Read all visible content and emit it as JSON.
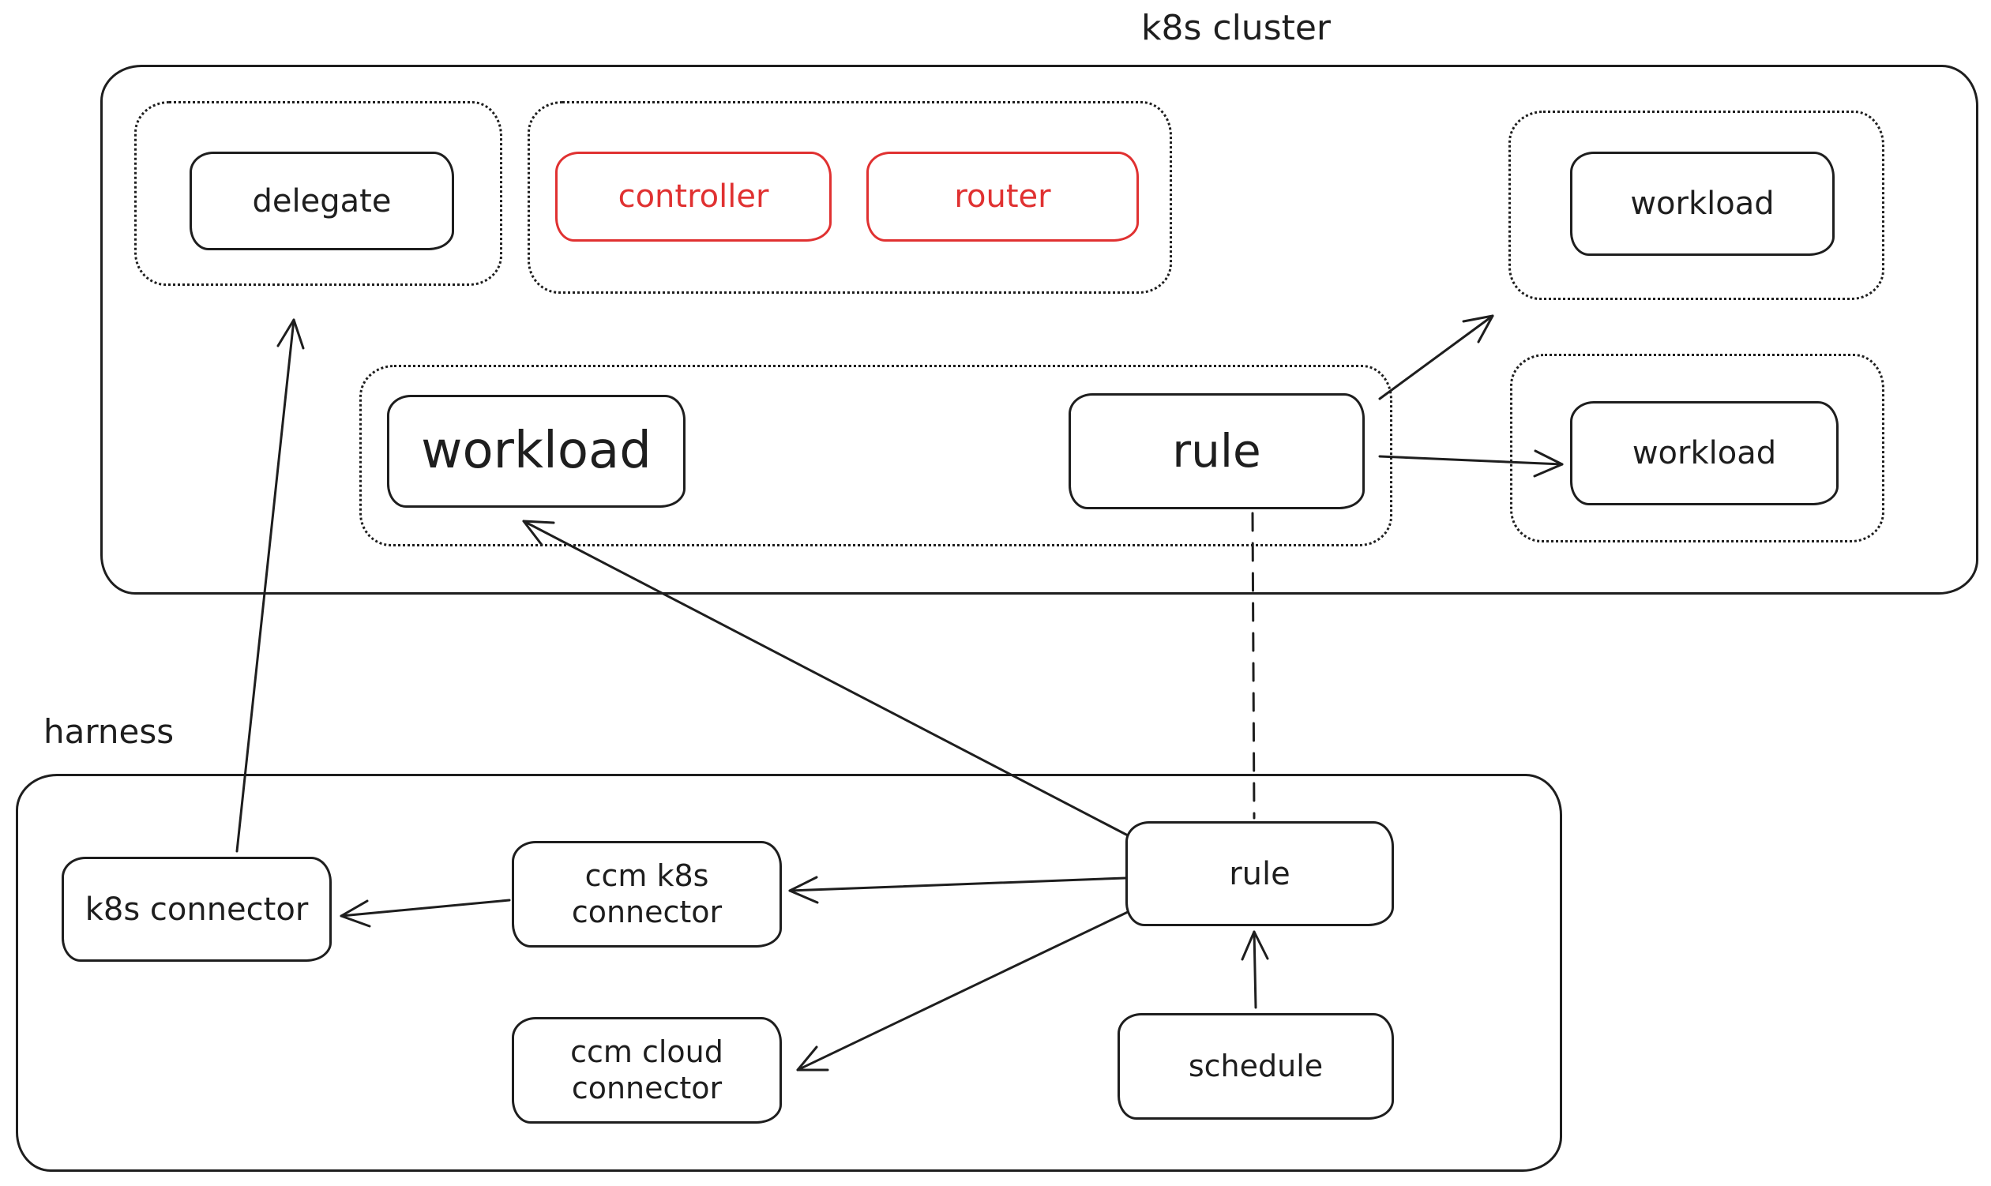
{
  "colors": {
    "ink": "#1e1e1e",
    "accent_red": "#e03131",
    "background": "#ffffff"
  },
  "groups": {
    "k8s_cluster": {
      "label": "k8s cluster"
    },
    "harness": {
      "label": "harness"
    }
  },
  "nodes": {
    "delegate": {
      "label": "delegate"
    },
    "controller": {
      "label": "controller"
    },
    "router": {
      "label": "router"
    },
    "workload_top": {
      "label": "workload"
    },
    "workload_main": {
      "label": "workload"
    },
    "rule_k8s": {
      "label": "rule"
    },
    "workload_right": {
      "label": "workload"
    },
    "k8s_connector": {
      "label": "k8s connector"
    },
    "ccm_k8s_connector": {
      "label": "ccm k8s connector"
    },
    "ccm_cloud_connector": {
      "label": "ccm cloud connector"
    },
    "rule_harness": {
      "label": "rule"
    },
    "schedule": {
      "label": "schedule"
    }
  },
  "edges": [
    {
      "from": "k8s_connector",
      "to": "delegate",
      "style": "solid-arrow"
    },
    {
      "from": "rule_harness",
      "to": "workload_main",
      "style": "solid-arrow"
    },
    {
      "from": "rule_harness",
      "to": "ccm_k8s_connector",
      "style": "solid-arrow"
    },
    {
      "from": "rule_harness",
      "to": "ccm_cloud_connector",
      "style": "solid-arrow"
    },
    {
      "from": "ccm_k8s_connector",
      "to": "k8s_connector",
      "style": "solid-arrow"
    },
    {
      "from": "schedule",
      "to": "rule_harness",
      "style": "solid-arrow"
    },
    {
      "from": "rule_k8s",
      "to": "workload_right",
      "style": "solid-arrow"
    },
    {
      "from": "rule_k8s",
      "to": "workload_top",
      "style": "solid-arrow"
    },
    {
      "from": "rule_k8s",
      "to": "rule_harness",
      "style": "dashed-line"
    }
  ]
}
